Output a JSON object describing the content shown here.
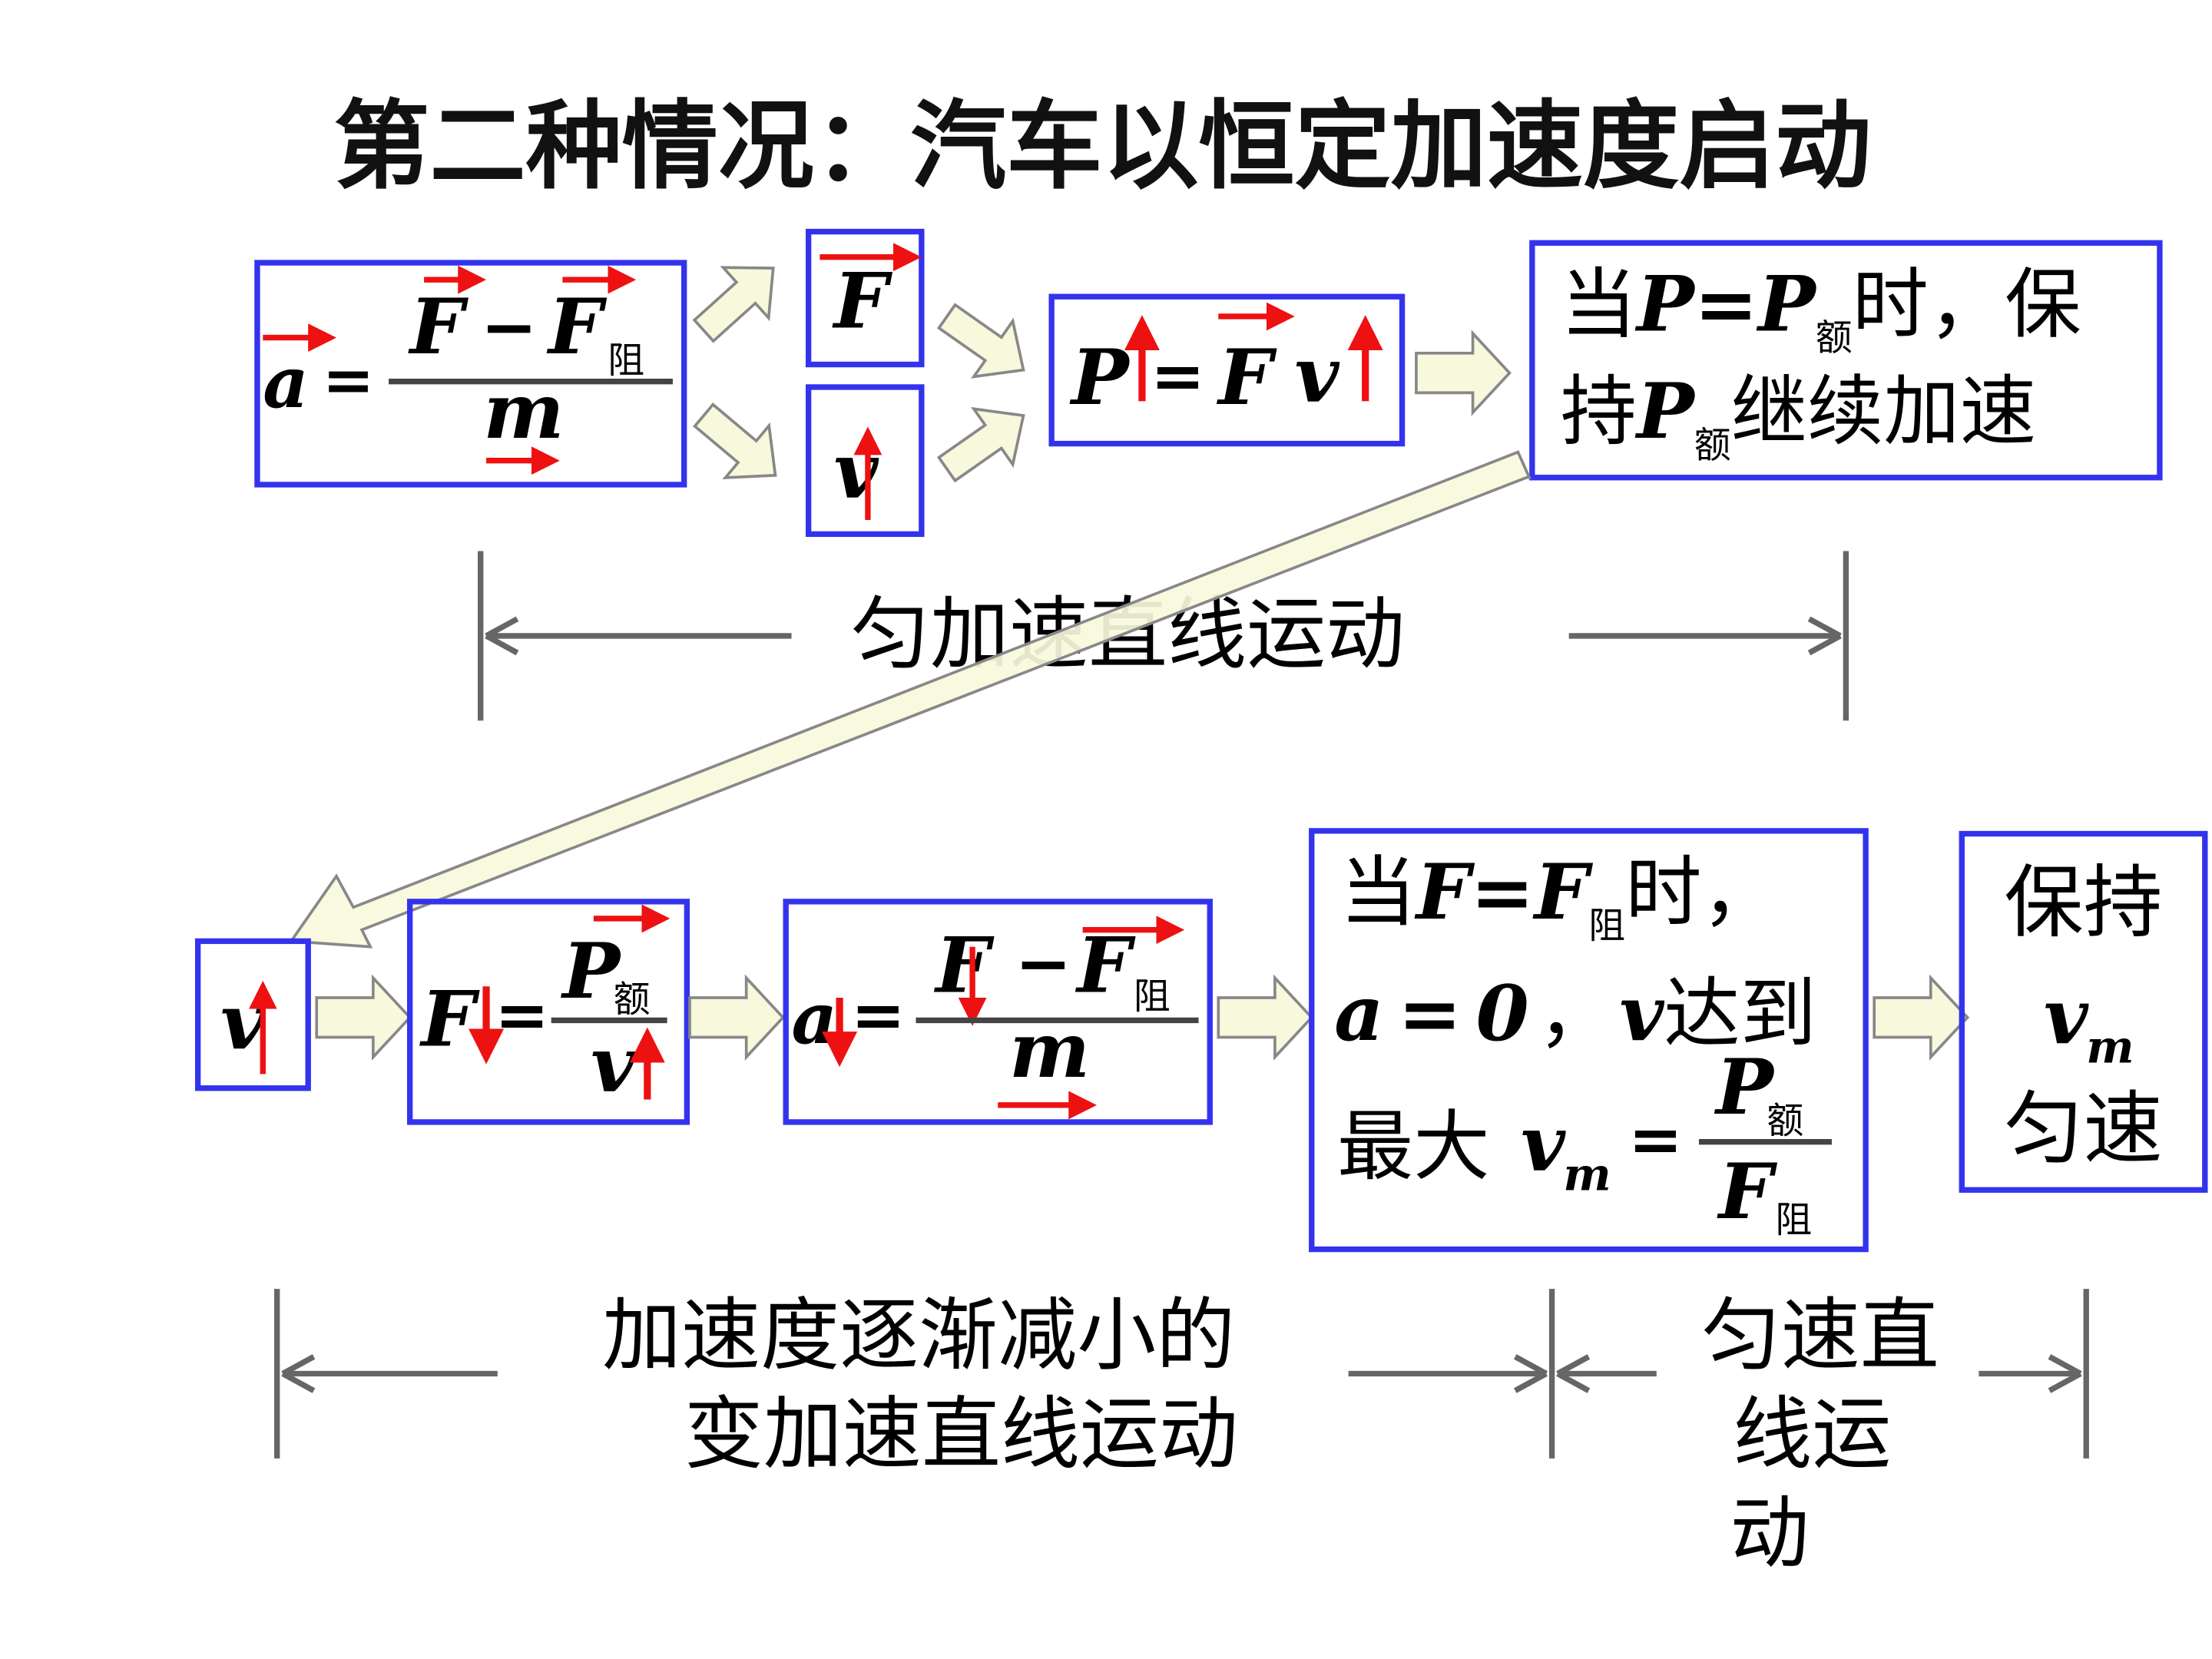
{
  "title": "第二种情况：汽车以恒定加速度启动",
  "symbols": {
    "a": "a",
    "F": "F",
    "v": "v",
    "P": "P",
    "m": "m",
    "sub_zu": "阻",
    "sub_e": "额",
    "sub_m": "m",
    "eq": "=",
    "minus": "−",
    "zero": "0",
    "comma": "，"
  },
  "top_row": {
    "end_line1_pre": "当",
    "end_line1_post": "时，保",
    "end_line2_pre": "持",
    "end_line2_post": "继续加速"
  },
  "bottom_row": {
    "cond_pre": "当",
    "cond_post": "时，",
    "reach": "达到",
    "max_label": "最大",
    "keep_line1": "保持",
    "keep_line3": "匀速"
  },
  "phases": {
    "phase1": "匀加速直线运动",
    "phase2_line1": "加速度逐渐减小的",
    "phase2_line2": "变加速直线运动",
    "phase3_line1": "匀速直",
    "phase3_line2": "线运",
    "phase3_line3": "动"
  },
  "colors": {
    "box_border": "#3333ee",
    "vector_arrow": "#ee1111",
    "flow_arrow_fill": "#f8f8dc",
    "flow_arrow_stroke": "#888888",
    "dimension_line": "#666666",
    "text": "#000000"
  }
}
